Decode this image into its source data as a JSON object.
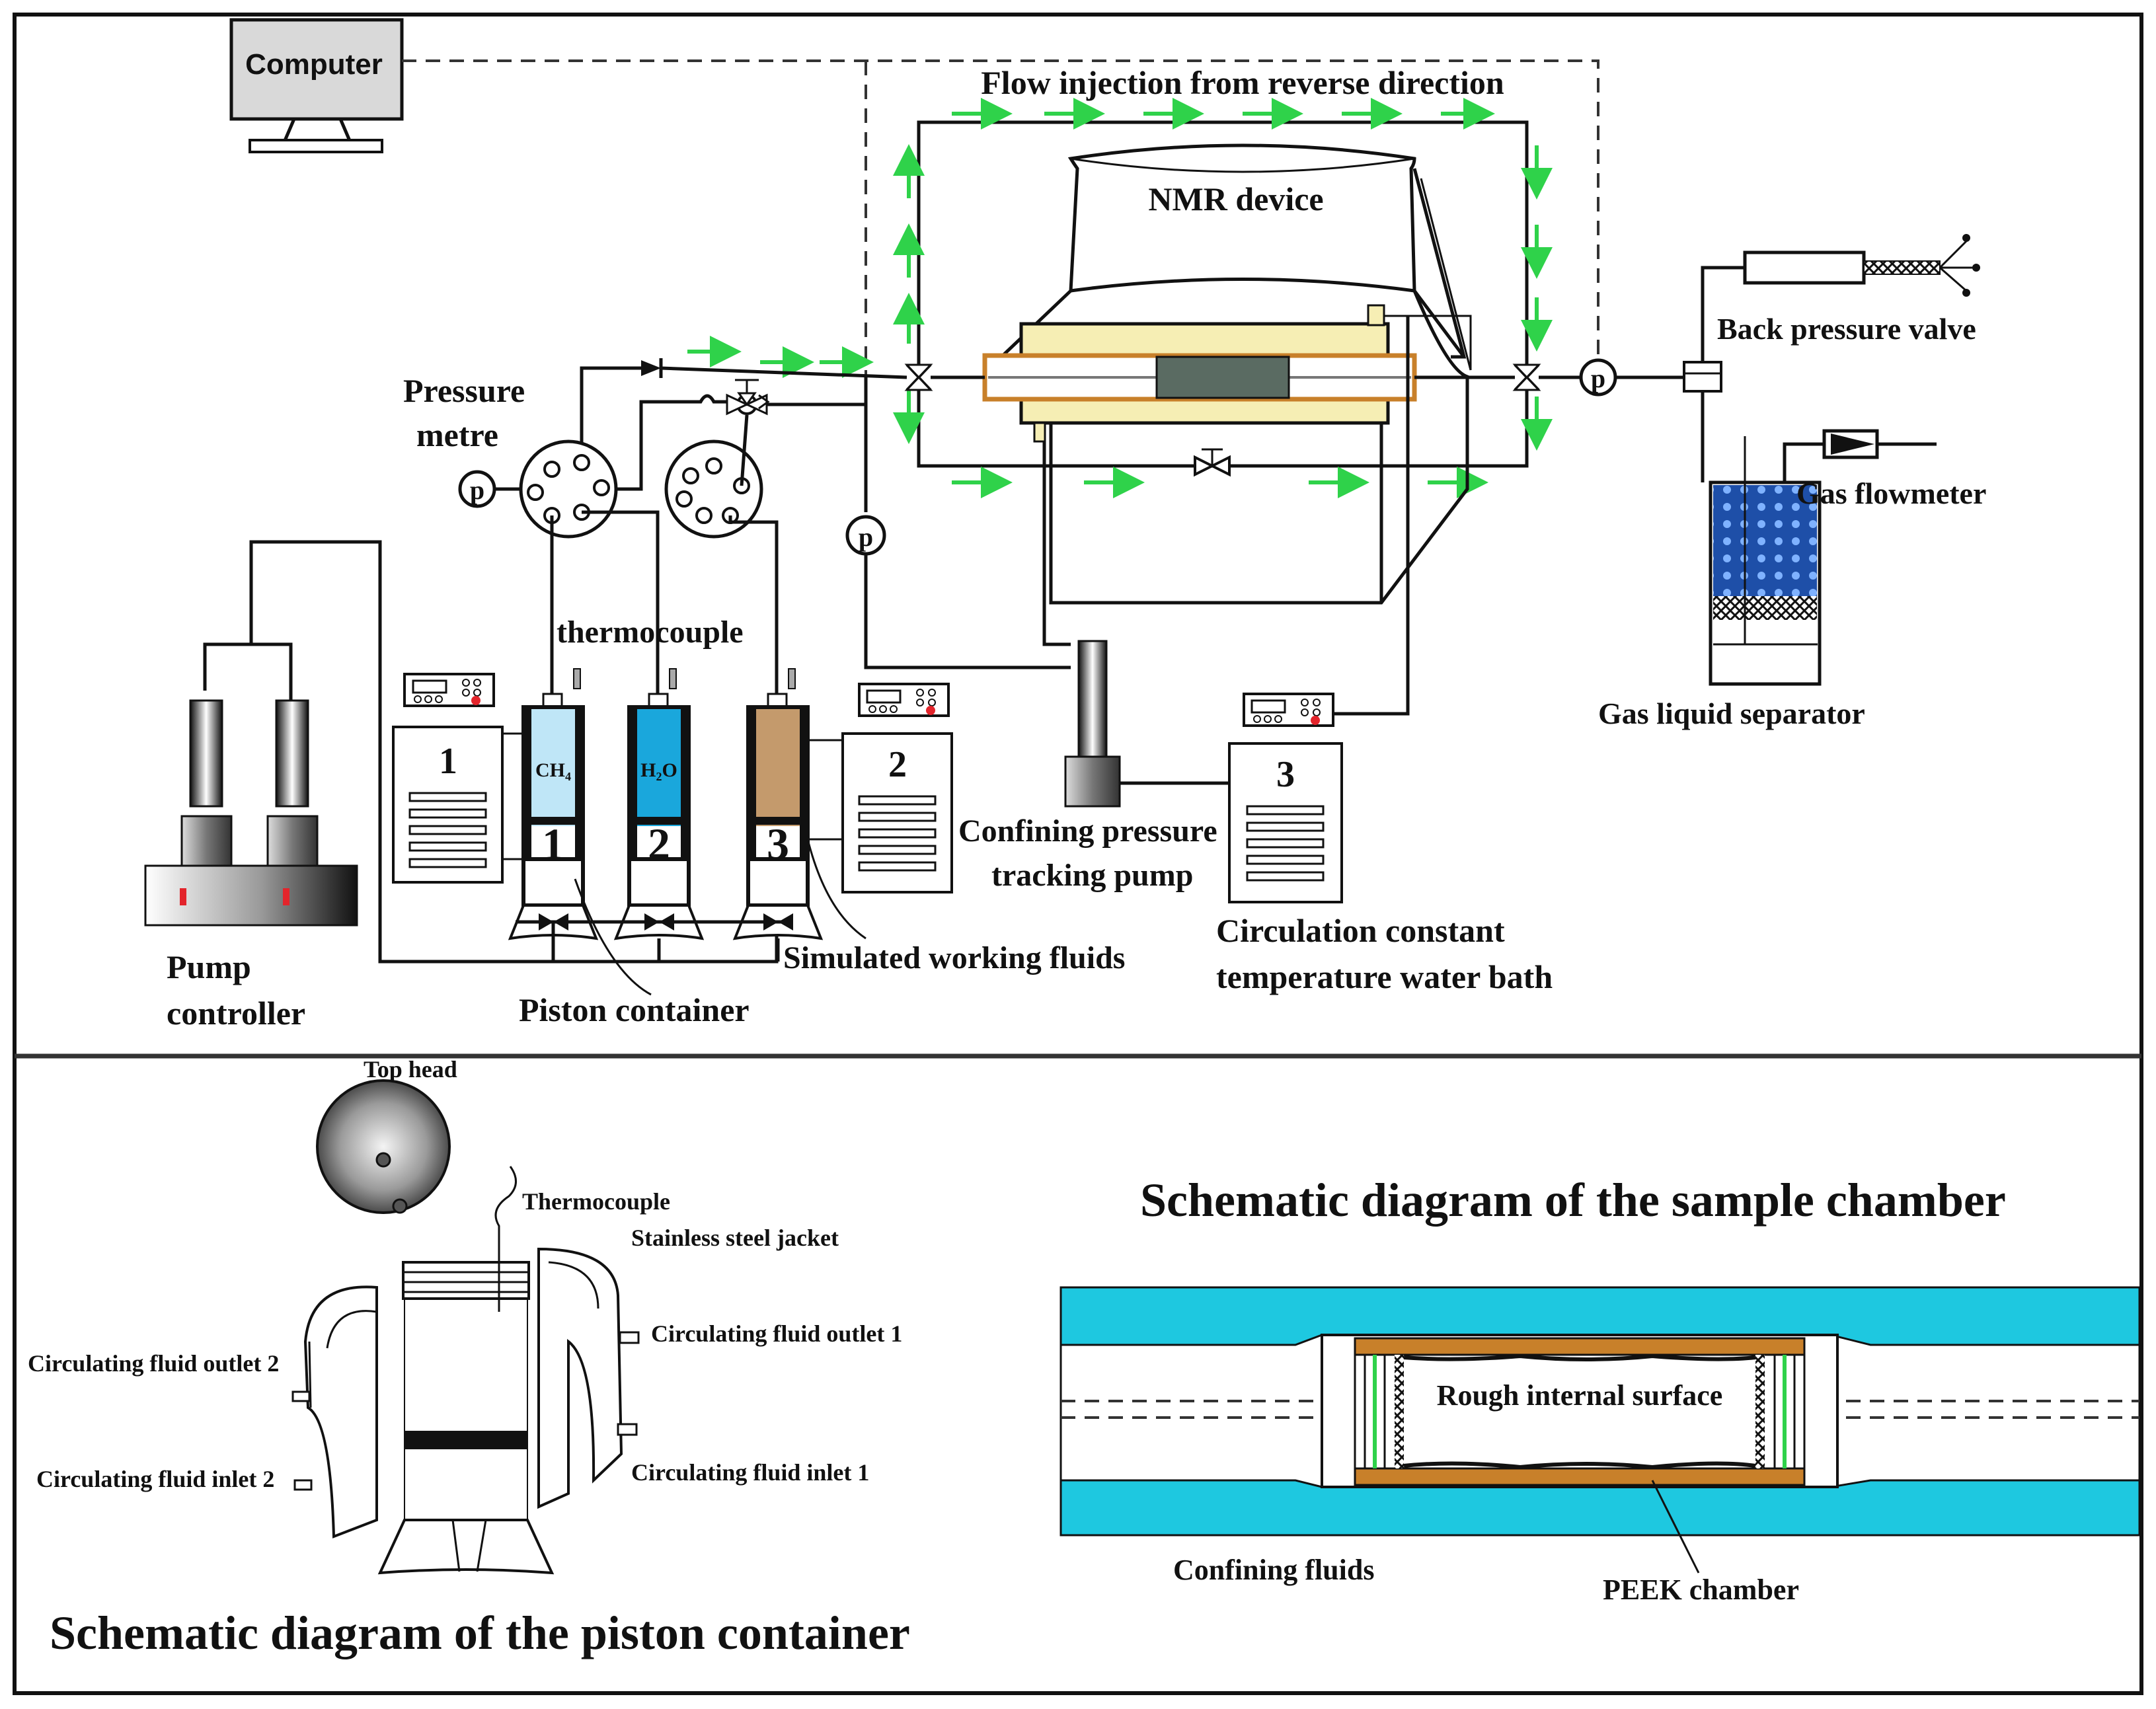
{
  "labels": {
    "computer": "Computer",
    "flow_injection": "Flow injection from reverse direction",
    "nmr_device": "NMR device",
    "back_pressure_valve": "Back pressure valve",
    "gas_flowmeter": "Gas flowmeter",
    "gas_liquid_separator": "Gas liquid separator",
    "pressure_metre_1": "Pressure",
    "pressure_metre_2": "metre",
    "thermocouple": "thermocouple",
    "ch4": "CH₄",
    "h2o": "H₂O",
    "confining_pump_1": "Confining pressure",
    "confining_pump_2": "tracking pump",
    "water_bath_1": "Circulation constant",
    "water_bath_2": "temperature water bath",
    "simulated_fluids": "Simulated working fluids",
    "piston_container": "Piston container",
    "pump_controller_1": "Pump",
    "pump_controller_2": "controller",
    "p": "p",
    "n1": "1",
    "n2": "2",
    "n3": "3"
  },
  "piston_detail": {
    "title": "Schematic diagram of the piston container",
    "top_head": "Top head",
    "thermocouple": "Thermocouple",
    "jacket": "Stainless steel jacket",
    "outlet1": "Circulating fluid outlet 1",
    "inlet1": "Circulating fluid inlet 1",
    "outlet2": "Circulating fluid outlet 2",
    "inlet2": "Circulating fluid inlet 2"
  },
  "chamber_detail": {
    "title": "Schematic diagram of the sample chamber",
    "rough_surface": "Rough internal surface",
    "confining_fluids": "Confining fluids",
    "peek_chamber": "PEEK chamber"
  },
  "colors": {
    "flow_arrow": "#2fd24a",
    "ch4_fill": "#bfe6f7",
    "h2o_fill": "#1aa7dc",
    "fluid3_fill": "#c49a6c",
    "core_holder": "#f6eeb4",
    "peek": "#c8802a",
    "confining": "#1ec8e0",
    "led": "#e3242b",
    "sample_core": "#5a6b62"
  }
}
